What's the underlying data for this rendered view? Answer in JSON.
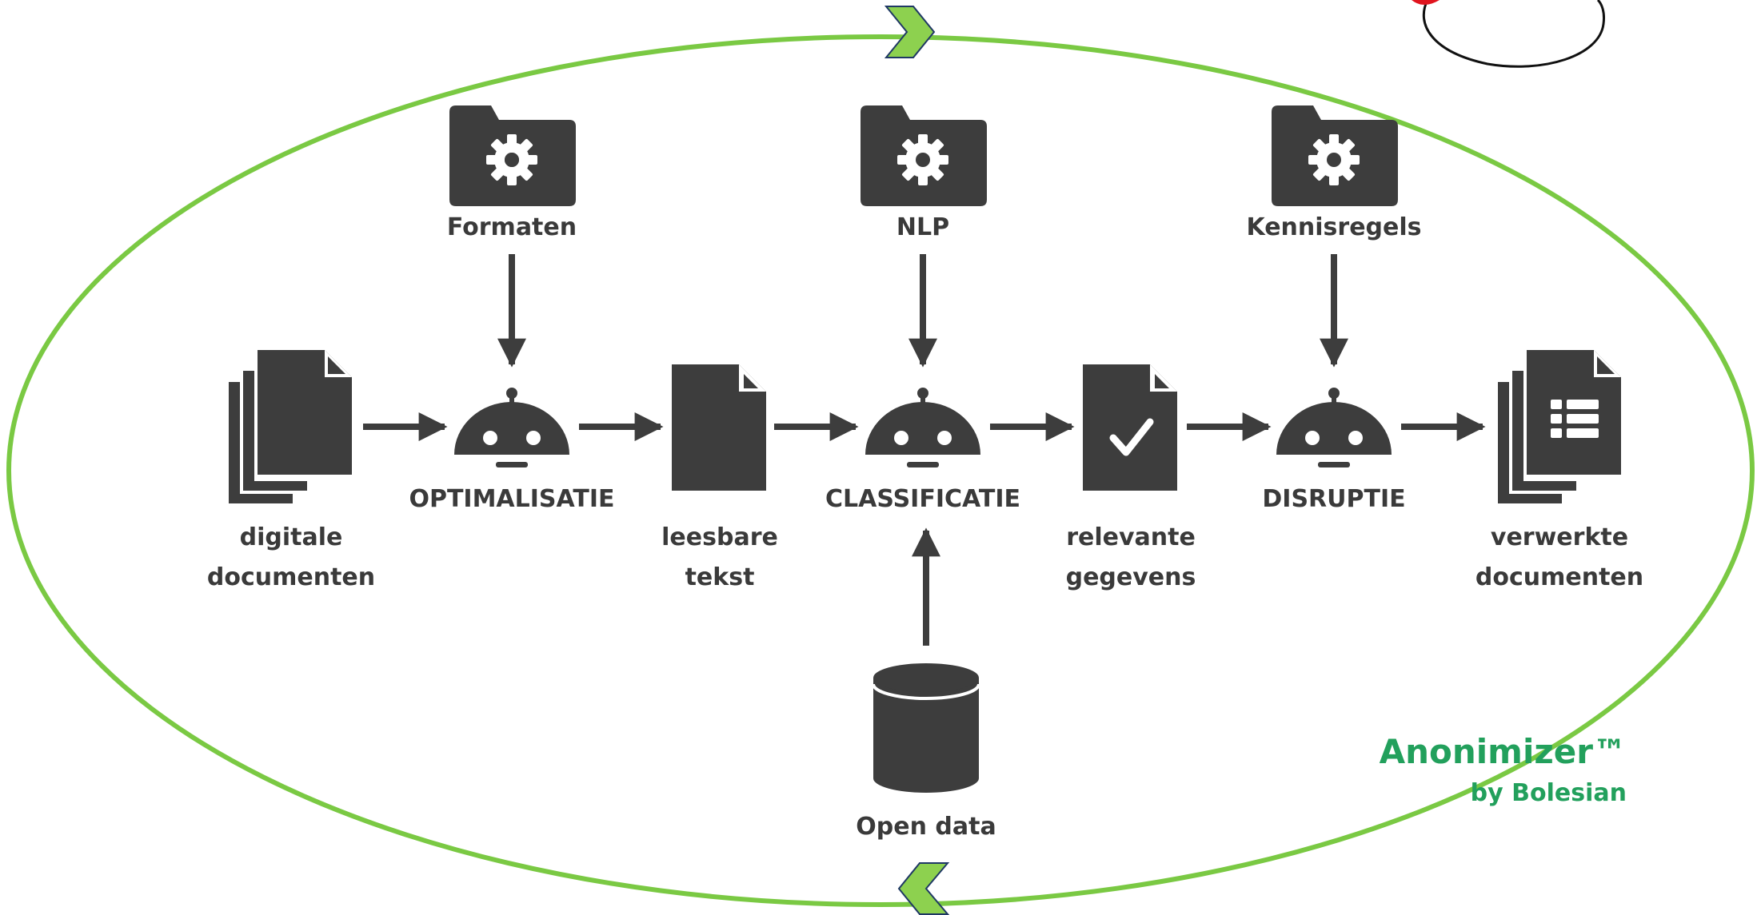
{
  "colors": {
    "ring": "#7ac943",
    "chevron_fill": "#8dd14f",
    "chevron_stroke": "#1f3864",
    "icon": "#3d3d3d",
    "brand": "#22a05c",
    "top_right_mark": "#e0141e"
  },
  "inputs": {
    "formaten": "Formaten",
    "nlp": "NLP",
    "kennisregels": "Kennisregels",
    "open_data": "Open data"
  },
  "steps": {
    "optimalisatie": "OPTIMALISATIE",
    "classificatie": "CLASSIFICATIE",
    "disruptie": "DISRUPTIE"
  },
  "documents": {
    "digitale": [
      "digitale",
      "documenten"
    ],
    "leesbare": [
      "leesbare",
      "tekst"
    ],
    "relevante": [
      "relevante",
      "gegevens"
    ],
    "verwerkte": [
      "verwerkte",
      "documenten"
    ]
  },
  "brand": {
    "name": "Anonimizer™",
    "by": "by Bolesian"
  },
  "icons": [
    "folder-gear-icon",
    "robot-icon",
    "documents-stack-icon",
    "document-icon",
    "document-check-icon",
    "documents-table-icon",
    "database-icon",
    "chevron-right-icon",
    "chevron-left-icon"
  ]
}
